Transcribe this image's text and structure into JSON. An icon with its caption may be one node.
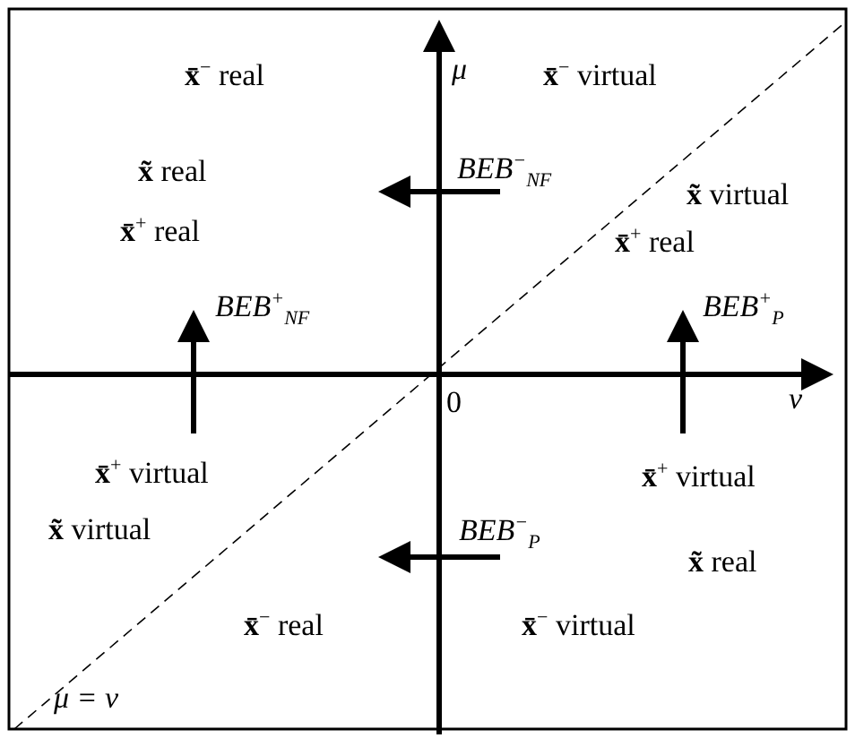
{
  "diagram": {
    "labels": [
      "**x̄**$^{−}$ real",
      "μ",
      "**x̄**$^{−}$ virtual",
      "**x̃** real",
      "BEB$^{−}$$_{NF}$",
      "**x̃** virtual",
      "**x̄**$^{+}$ real",
      "**x̄**$^{+}$ real",
      "BEB$^{+}$$_{NF}$",
      "BEB$^{+}$$_{P}$",
      "0",
      "ν",
      "**x̄**$^{+}$ virtual",
      "**x̄**$^{+}$ virtual",
      "**x̃** virtual",
      "BEB$^{−}$$_{P}$",
      "**x̃** real",
      "**x̄**$^{−}$ real",
      "**x̄**$^{−}$ virtual",
      "μ = ν"
    ]
  }
}
